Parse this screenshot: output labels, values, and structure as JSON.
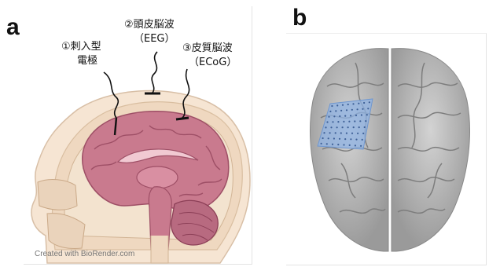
{
  "panels": {
    "a": {
      "letter": "a",
      "labels": {
        "invasive_line1": "①刺入型",
        "invasive_line2": "電極",
        "eeg_line1": "②頭皮脳波",
        "eeg_line2": "（EEG）",
        "ecog_line1": "③皮質脳波",
        "ecog_line2": "（ECoG）"
      },
      "credit": "Created with BioRender.com"
    },
    "b": {
      "letter": "b"
    }
  },
  "colors": {
    "brain_pink": "#c97a8e",
    "brain_dark": "#9e4f66",
    "skull": "#f0dcc6",
    "skin": "#f6e5d3",
    "cortex_grey": "#b9b9b9",
    "electrode_grid": "#8fb3e4"
  }
}
